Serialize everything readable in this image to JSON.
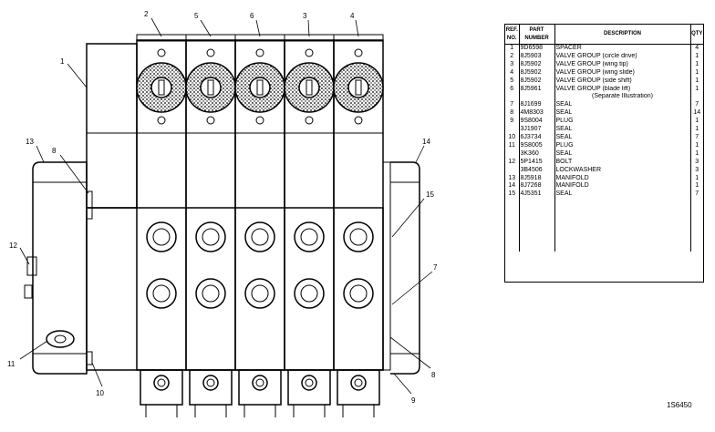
{
  "table": {
    "headers": {
      "ref": "REF. NO.",
      "part": "PART NUMBER",
      "desc": "DESCRIPTION",
      "qty": "QTY"
    },
    "rows": [
      {
        "ref": "1",
        "part": "9D6598",
        "desc": "SPACER",
        "qty": "4"
      },
      {
        "ref": "2",
        "part": "8J5903",
        "desc": "VALVE GROUP (circle drive)",
        "qty": "1"
      },
      {
        "ref": "3",
        "part": "8J5902",
        "desc": "VALVE GROUP (wing tip)",
        "qty": "1"
      },
      {
        "ref": "4",
        "part": "8J5902",
        "desc": "VALVE GROUP (wing slide)",
        "qty": "1"
      },
      {
        "ref": "5",
        "part": "8J5902",
        "desc": "VALVE GROUP (side shift)",
        "qty": "1"
      },
      {
        "ref": "6",
        "part": "8J5961",
        "desc": "VALVE GROUP (blade lift)",
        "qty": "1"
      },
      {
        "ref": "",
        "part": "",
        "desc": "(Separate Illustration)",
        "qty": ""
      },
      {
        "ref": "7",
        "part": "8J1699",
        "desc": "SEAL",
        "qty": "7"
      },
      {
        "ref": "8",
        "part": "4M8303",
        "desc": "SEAL",
        "qty": "14"
      },
      {
        "ref": "9",
        "part": "9S8004",
        "desc": "PLUG",
        "qty": "1"
      },
      {
        "ref": "",
        "part": "3J1907",
        "desc": "SEAL",
        "qty": "1"
      },
      {
        "ref": "10",
        "part": "6J3734",
        "desc": "SEAL",
        "qty": "7"
      },
      {
        "ref": "11",
        "part": "9S8005",
        "desc": "PLUG",
        "qty": "1"
      },
      {
        "ref": "",
        "part": "3K360",
        "desc": "SEAL",
        "qty": "1"
      },
      {
        "ref": "12",
        "part": "5P1415",
        "desc": "BOLT",
        "qty": "3"
      },
      {
        "ref": "",
        "part": "3B4506",
        "desc": "LOCKWASHER",
        "qty": "3"
      },
      {
        "ref": "13",
        "part": "8J5918",
        "desc": "MANIFOLD",
        "qty": "1"
      },
      {
        "ref": "14",
        "part": "8J7268",
        "desc": "MANIFOLD",
        "qty": "1"
      },
      {
        "ref": "15",
        "part": "4J5351",
        "desc": "SEAL",
        "qty": "7"
      }
    ]
  },
  "callouts": {
    "c1": "1",
    "c2": "2",
    "c3": "3",
    "c4": "4",
    "c5": "5",
    "c6": "6",
    "c7": "7",
    "c8a": "8",
    "c8b": "8",
    "c9": "9",
    "c10": "10",
    "c11": "11",
    "c12": "12",
    "c13": "13",
    "c14": "14",
    "c15": "15"
  },
  "figure_code": "1S6450"
}
